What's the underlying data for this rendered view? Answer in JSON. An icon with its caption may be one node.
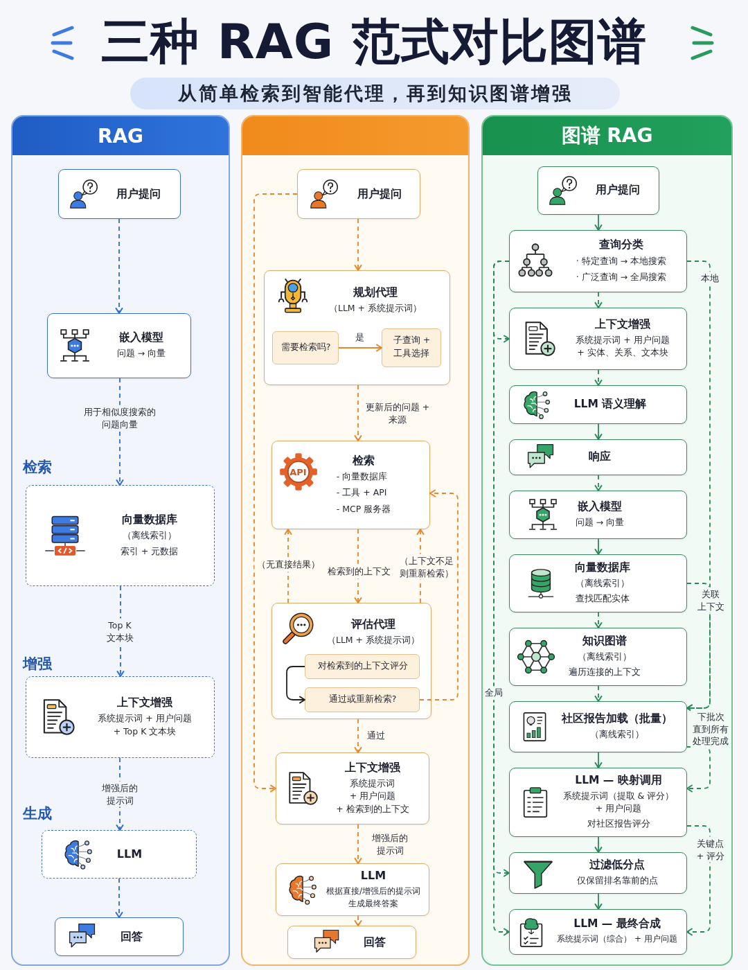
{
  "diagram": {
    "title": "三种 RAG 范式对比图谱",
    "nodes": [
      {
        "text": [
          "RAG"
        ]
      },
      {
        "text": [
          "用户提问"
        ],
        "in": 0
      },
      {
        "text": [
          "嵌入模型",
          "问题 → 向量"
        ],
        "in": 0
      },
      {
        "text": [
          "向量数据库",
          "（离线索引）",
          "索引 + 元数据"
        ],
        "in": 0
      },
      {
        "text": [
          "上下文增强",
          "系统提示词 + 用户问题 + Top K 文本块"
        ],
        "in": 0
      },
      {
        "text": [
          "LLM"
        ],
        "in": 0
      },
      {
        "text": [
          "回答"
        ],
        "in": 0
      },
      {
        "text": [],
        "shape": "box"
      },
      {
        "text": [
          "用户提问"
        ],
        "in": 7
      },
      {
        "text": [
          "规划代理",
          "（LLM + 系统提示词）"
        ],
        "in": 7
      },
      {
        "text": [
          "需要检索吗?"
        ],
        "in": 9
      },
      {
        "text": [
          "子查询 + 工具选择"
        ],
        "in": 9
      },
      {
        "text": [
          "检索",
          "- 向量数据库",
          "- 工具 + API",
          "- MCP 服务器"
        ],
        "in": 7
      },
      {
        "text": [
          "评估代理",
          "（LLM + 系统提示词）"
        ],
        "in": 7
      },
      {
        "text": [
          "对检索到的上下文评分"
        ],
        "in": 13
      },
      {
        "text": [
          "通过或重新检索?"
        ],
        "in": 13
      },
      {
        "text": [
          "上下文增强",
          "系统提示词 + 用户问题 + 检索到的上下文"
        ],
        "in": 7
      },
      {
        "text": [
          "LLM",
          "根据直接/增强后的提示词生成最终答案"
        ],
        "in": 7
      },
      {
        "text": [
          "回答"
        ],
        "in": 7
      },
      {
        "text": [
          "图谱 RAG"
        ]
      },
      {
        "text": [
          "用户提问"
        ],
        "in": 19
      },
      {
        "text": [
          "查询分类",
          "· 特定查询 → 本地搜索",
          "· 广泛查询 → 全局搜索"
        ],
        "in": 19
      },
      {
        "text": [
          "上下文增强",
          "系统提示词 + 用户问题 + 实体、关系、文本块"
        ],
        "in": 19
      },
      {
        "text": [
          "LLM 语义理解"
        ],
        "in": 19
      },
      {
        "text": [
          "响应"
        ],
        "in": 19
      },
      {
        "text": [
          "嵌入模型",
          "问题 → 向量"
        ],
        "in": 19
      },
      {
        "text": [
          "向量数据库",
          "（离线索引）",
          "查找匹配实体"
        ],
        "in": 19
      },
      {
        "text": [
          "知识图谱",
          "（离线索引）",
          "遍历连接的上下文"
        ],
        "in": 19
      },
      {
        "text": [
          "社区报告加载（批量）",
          "（离线索引）"
        ],
        "in": 19
      },
      {
        "text": [
          "LLM — 映射调用",
          "系统提示词（提取 & 评分） + 用户问题",
          "对社区报告评分"
        ],
        "in": 19
      },
      {
        "text": [
          "过滤低分点",
          "仅保留排名靠前的点"
        ],
        "in": 19
      },
      {
        "text": [
          "LLM — 最终合成",
          "系统提示词（综合） + 用户问题"
        ],
        "in": 19
      }
    ],
    "edges": [
      {
        "from": 1,
        "to": 2,
        "arrow": "to",
        "style": "dashed",
        "color": "#2f6bcf"
      },
      {
        "from": 2,
        "to": 3,
        "arrow": "to",
        "label": "用于相似度搜索的问题向量",
        "style": "dashed",
        "color": "#2f6bcf"
      },
      {
        "from": 3,
        "to": 4,
        "arrow": "to",
        "label": "Top K 文本块",
        "style": "dashed",
        "color": "#2f6bcf"
      },
      {
        "from": 4,
        "to": 5,
        "arrow": "to",
        "label": "增强后的提示词",
        "style": "dashed",
        "color": "#2f6bcf"
      },
      {
        "from": 5,
        "to": 6,
        "arrow": "to",
        "style": "dashed",
        "color": "#2f6bcf"
      },
      {
        "from": 8,
        "to": 9,
        "arrow": "to",
        "style": "dashed",
        "color": "#e8862a"
      },
      {
        "from": 8,
        "to": 16,
        "arrow": "to",
        "style": "dashed",
        "color": "#e8862a"
      },
      {
        "from": 10,
        "to": 11,
        "arrow": "to",
        "label": "是",
        "color": "#e8862a"
      },
      {
        "from": 9,
        "to": 12,
        "arrow": "to",
        "label": "更新后的问题 + 来源",
        "style": "dashed",
        "color": "#e8862a"
      },
      {
        "from": 13,
        "to": 12,
        "arrow": "to",
        "label": "（无直接结果）",
        "style": "dashed",
        "color": "#e8862a"
      },
      {
        "from": 12,
        "to": 13,
        "arrow": "to",
        "label": "检索到的上下文",
        "style": "dashed",
        "color": "#e8862a"
      },
      {
        "from": 13,
        "to": 12,
        "arrow": "to",
        "label": "（上下文不足则重新检索）",
        "style": "dashed",
        "color": "#e8862a"
      },
      {
        "from": 15,
        "to": 12,
        "arrow": "to",
        "style": "dashed",
        "color": "#e8862a"
      },
      {
        "from": 14,
        "to": 15,
        "arrow": "to",
        "color": "#222222"
      },
      {
        "from": 13,
        "to": 16,
        "arrow": "to",
        "label": "通过",
        "style": "dashed",
        "color": "#e8862a"
      },
      {
        "from": 16,
        "to": 17,
        "arrow": "to",
        "label": "增强后的提示词",
        "style": "dashed",
        "color": "#e8862a"
      },
      {
        "from": 17,
        "to": 18,
        "arrow": "to",
        "style": "dashed",
        "color": "#e8862a"
      },
      {
        "from": 20,
        "to": 21,
        "arrow": "to",
        "color": "#2a8a57"
      },
      {
        "from": 21,
        "to": 22,
        "arrow": "to",
        "style": "dashed",
        "color": "#2a8a57"
      },
      {
        "from": 22,
        "to": 23,
        "arrow": "to",
        "style": "dashed",
        "color": "#2a8a57"
      },
      {
        "from": 23,
        "to": 24,
        "arrow": "to",
        "color": "#2a8a57"
      },
      {
        "from": 24,
        "to": 25,
        "arrow": "to",
        "style": "dashed",
        "color": "#2a8a57"
      },
      {
        "from": 25,
        "to": 26,
        "arrow": "to",
        "color": "#2a8a57"
      },
      {
        "from": 26,
        "to": 27,
        "arrow": "to",
        "style": "dashed",
        "color": "#2a8a57"
      },
      {
        "from": 27,
        "to": 28,
        "arrow": "to",
        "style": "dashed",
        "color": "#2a8a57"
      },
      {
        "from": 28,
        "to": 29,
        "arrow": "to",
        "color": "#2a8a57"
      },
      {
        "from": 29,
        "to": 30,
        "arrow": "to",
        "color": "#2a8a57"
      },
      {
        "from": 30,
        "to": 31,
        "arrow": "to",
        "color": "#2a8a57"
      },
      {
        "from": 21,
        "to": 22,
        "arrow": "to",
        "style": "dashed",
        "color": "#2a8a57"
      },
      {
        "from": 21,
        "to": 30,
        "arrow": "to",
        "label": "全局",
        "style": "dashed",
        "color": "#2a8a57"
      },
      {
        "from": 21,
        "to": 31,
        "arrow": "to",
        "style": "dashed",
        "color": "#2a8a57"
      },
      {
        "from": 21,
        "to": 28,
        "arrow": "to",
        "label": "本地",
        "style": "dashed",
        "color": "#2a8a57"
      },
      {
        "from": 26,
        "to": 28,
        "arrow": "to",
        "label": "关联上下文",
        "style": "dashed",
        "color": "#2a8a57"
      },
      {
        "from": 28,
        "to": 29,
        "arrow": "to",
        "label": "下批次直到所有处理完成",
        "style": "dashed",
        "color": "#2a8a57"
      },
      {
        "from": 29,
        "to": 31,
        "arrow": "to",
        "label": "关键点 + 评分",
        "style": "dashed",
        "color": "#2a8a57"
      }
    ],
    "labels": [
      "从简单检索到智能代理，再到知识图谱增强",
      "检索",
      "API",
      "增强",
      "生成"
    ]
  }
}
